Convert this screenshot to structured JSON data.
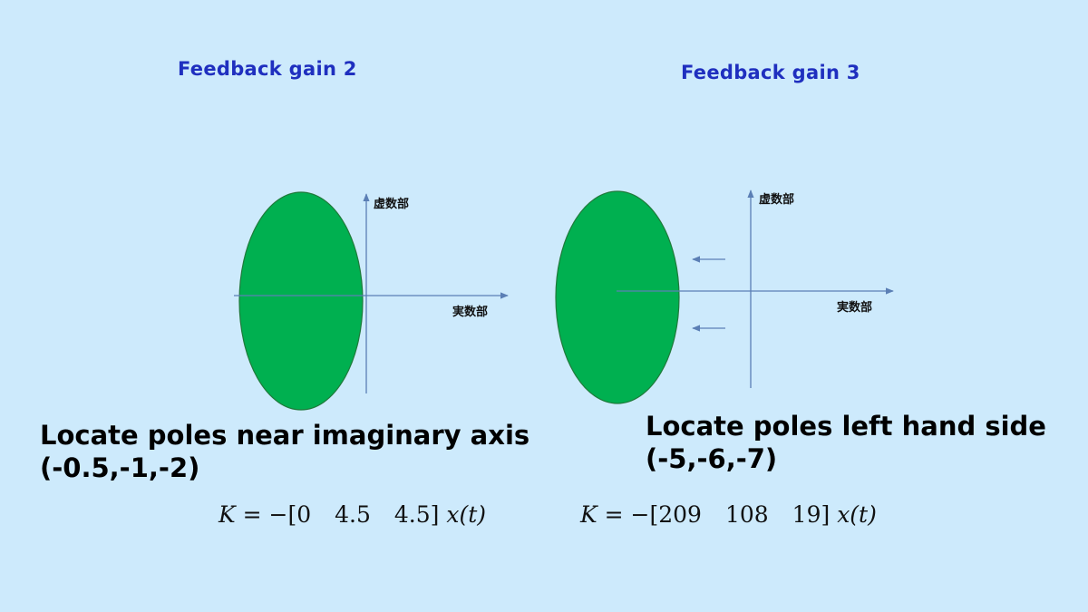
{
  "left": {
    "title": "Feedback gain 2",
    "axis_imag_label": "虚数部",
    "axis_real_label": "実数部",
    "desc_line1": "Locate poles near imaginary axis",
    "desc_line2": "(-0.5,-1,-2)",
    "formula": {
      "lhs": "K",
      "eq": " = −[",
      "values": [
        "0",
        "4.5",
        "4.5"
      ],
      "close": "] ",
      "rhs": "x(t)"
    }
  },
  "right": {
    "title": "Feedback gain 3",
    "axis_imag_label": "虚数部",
    "axis_real_label": "実数部",
    "desc_line1": "Locate poles left hand side",
    "desc_line2": "(-5,-6,-7)",
    "formula": {
      "lhs": "K",
      "eq": " = −[",
      "values": [
        "209",
        "108",
        "19"
      ],
      "close": "] ",
      "rhs": "x(t)"
    }
  },
  "colors": {
    "background": "#cdeafc",
    "title": "#1f2fbf",
    "ellipse_fill": "#00b050",
    "ellipse_stroke": "#1f7a3a",
    "axis": "#5b7fb5"
  },
  "icons": [
    "arrow-left-icon",
    "arrow-left-icon"
  ]
}
